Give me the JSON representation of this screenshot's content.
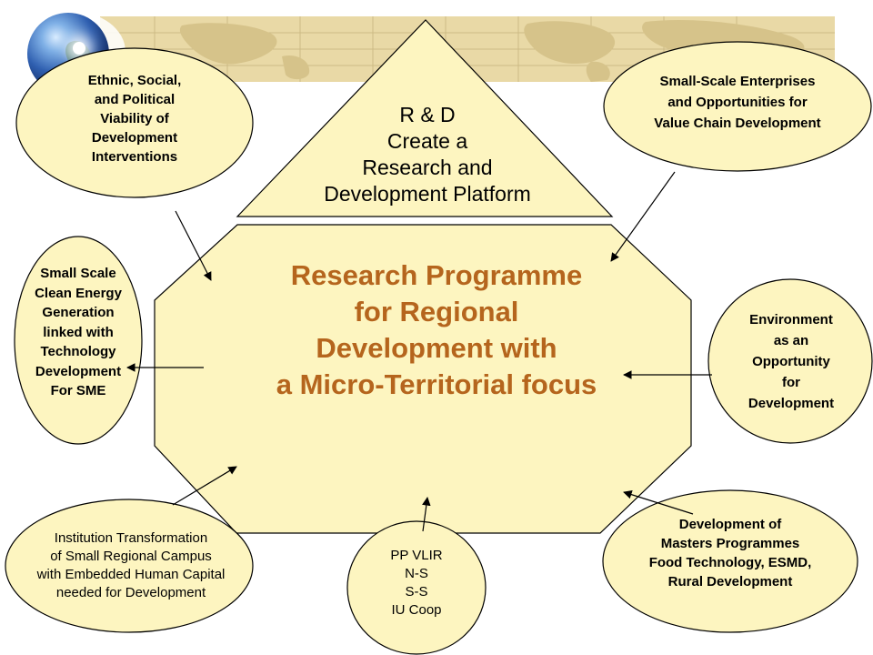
{
  "colors": {
    "fill": "#fdf5c0",
    "stroke": "#000000",
    "title": "#b5651d",
    "map": "#e9d9a6"
  },
  "decorations": [
    "globe-icon",
    "world-map-banner"
  ],
  "triangle": {
    "lines": [
      "R & D",
      "Create a",
      "Research and",
      "Development Platform"
    ]
  },
  "center": {
    "lines": [
      "Research Programme",
      "for Regional",
      "Development with",
      "a Micro-Territorial  focus"
    ]
  },
  "ovals": {
    "ethnic": [
      "Ethnic, Social,",
      "and Political",
      "Viability of",
      "Development",
      "Interventions"
    ],
    "sme_value_chain": [
      "Small-Scale Enterprises",
      "and Opportunities for",
      "Value Chain Development"
    ],
    "clean_energy": [
      "Small Scale",
      "Clean Energy",
      "Generation",
      "linked with",
      "Technology",
      "Development",
      "For SME"
    ],
    "environment": [
      "Environment",
      "as an",
      "Opportunity",
      "for",
      "Development"
    ],
    "institution": [
      "Institution Transformation",
      "of Small Regional Campus",
      "with Embedded Human Capital",
      "needed for Development"
    ],
    "vlir": [
      "PP VLIR",
      "N-S",
      "S-S",
      "IU Coop"
    ],
    "masters": [
      "Development of",
      "Masters Programmes",
      "Food Technology, ESMD,",
      "Rural Development"
    ]
  }
}
